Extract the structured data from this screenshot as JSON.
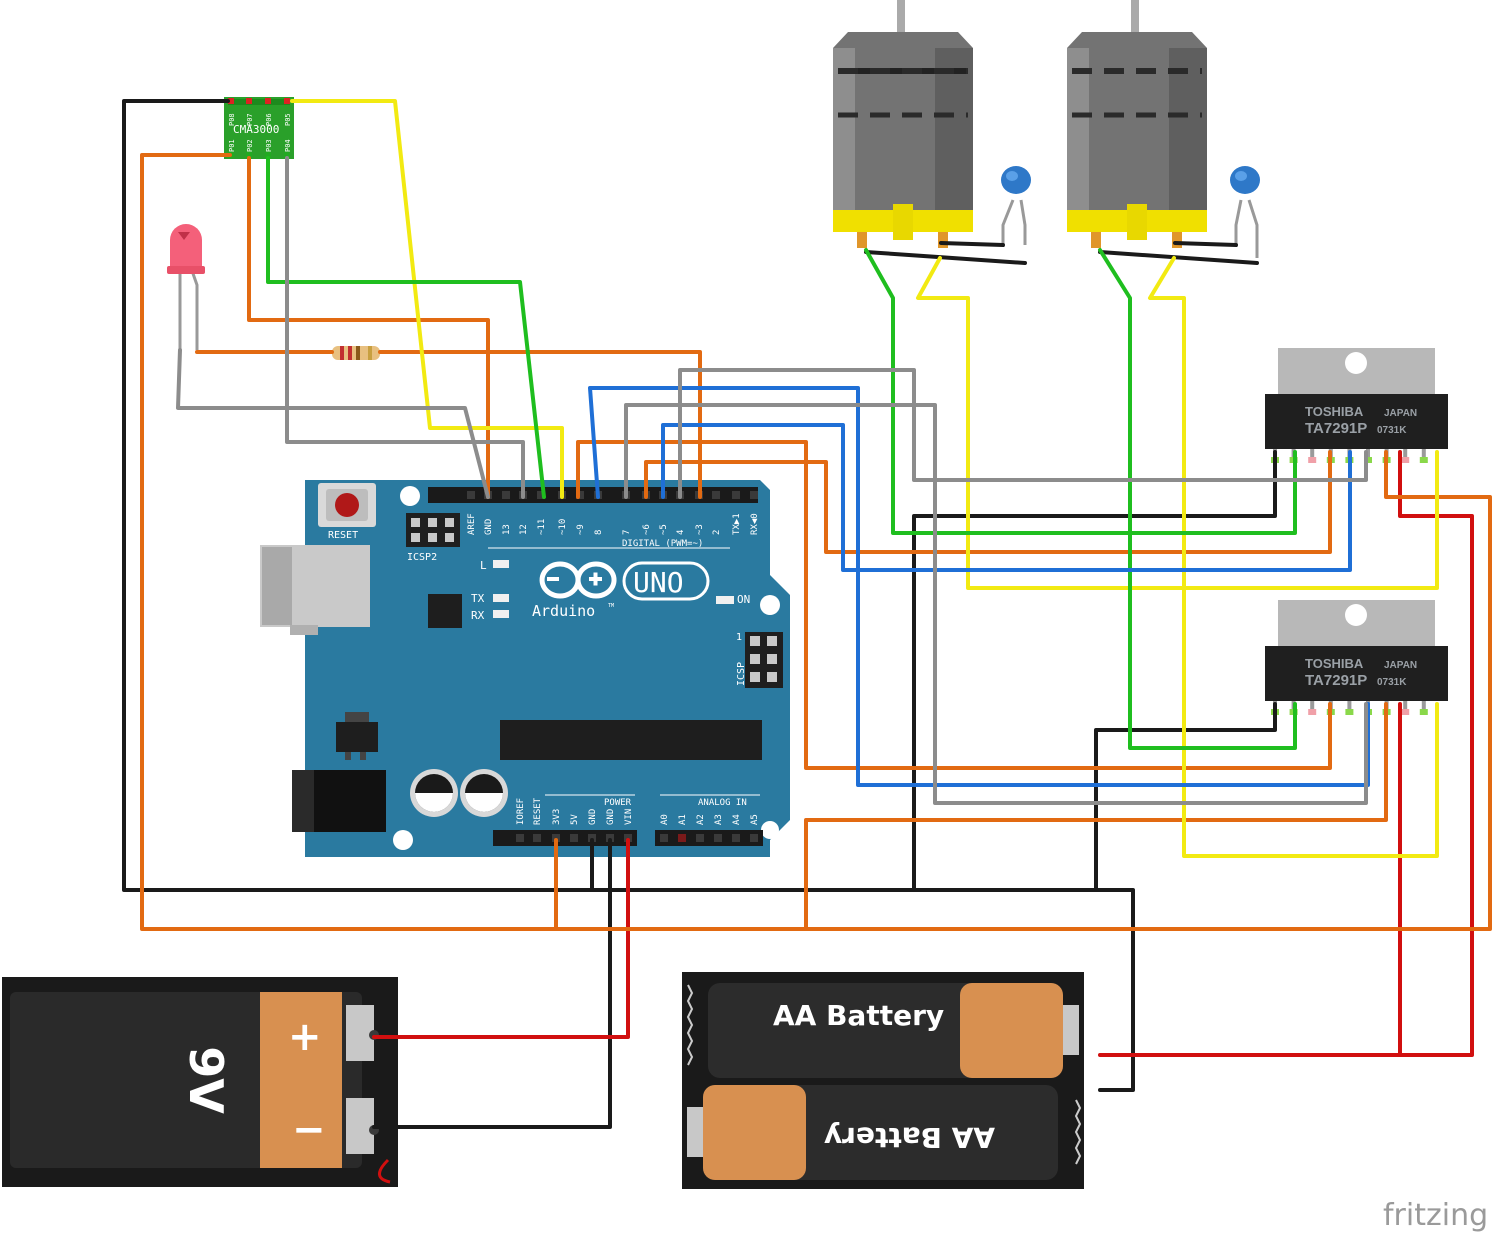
{
  "brand": "fritzing",
  "colors": {
    "black": "#1a1a1a",
    "red": "#d10f0f",
    "orange": "#e26a12",
    "yellow": "#f2ea12",
    "green": "#1fbe1f",
    "blue": "#1f6fd6",
    "gray": "#8c8c8c",
    "arduino": "#2a7aa0"
  },
  "arduino": {
    "logo": "UNO",
    "brand": "Arduino",
    "tm": "TM",
    "reset": "RESET",
    "icsp2": "ICSP2",
    "icsp": "ICSP",
    "icsp_pin1": "1",
    "led_l": "L",
    "led_tx": "TX",
    "led_rx": "RX",
    "led_on": "ON",
    "digital_label": "DIGITAL (PWM=~)",
    "top_pins": [
      "AREF",
      "GND",
      "13",
      "12",
      "~11",
      "~10",
      "~9",
      "8",
      "7",
      "~6",
      "~5",
      "4",
      "~3",
      "2",
      "TX▶1",
      "RX◀0"
    ],
    "power_label": "POWER",
    "analog_label": "ANALOG IN",
    "power_pins": [
      "IOREF",
      "RESET",
      "3V3",
      "5V",
      "GND",
      "GND",
      "VIN"
    ],
    "analog_pins": [
      "A0",
      "A1",
      "A2",
      "A3",
      "A4",
      "A5"
    ]
  },
  "sensor": {
    "name": "CMA3000",
    "pins_top": [
      "P08",
      "P07",
      "P06",
      "P05"
    ],
    "pins_bottom": [
      "P01",
      "P02",
      "P03",
      "P04"
    ]
  },
  "drivers": [
    {
      "brand": "TOSHIBA",
      "origin": "JAPAN",
      "part": "TA7291P",
      "code": "0731K"
    },
    {
      "brand": "TOSHIBA",
      "origin": "JAPAN",
      "part": "TA7291P",
      "code": "0731K"
    }
  ],
  "battery_9v": {
    "label": "9V",
    "plus": "+",
    "minus": "−"
  },
  "aa_battery": {
    "label_top": "AA Battery",
    "label_bottom": "AA Battery"
  }
}
